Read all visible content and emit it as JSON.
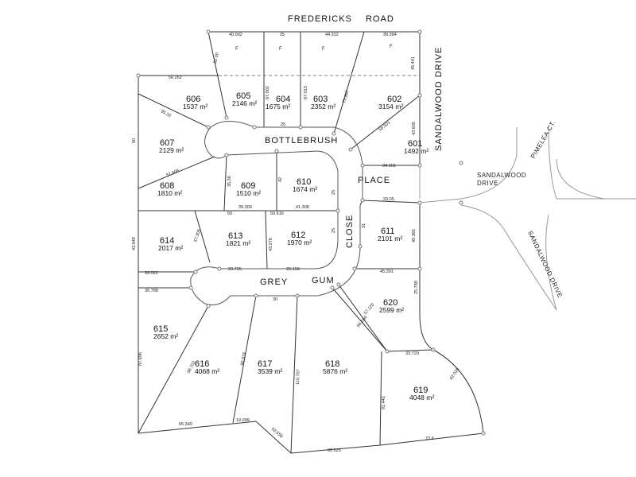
{
  "roads": {
    "fredericks": "FREDERICKS",
    "road": "ROAD",
    "sandalwood_drive": "SANDALWOOD DRIVE",
    "bottlebrush": "BOTTLEBRUSH",
    "place": "PLACE",
    "close": "CLOSE",
    "grey": "GREY",
    "gum": "GUM",
    "sandalwood_drive_small": "SANDALWOOD",
    "sandalwood_drive_small2": "DRIVE",
    "sandalwood_drive_right": "SANDALWOOD DRIVE",
    "pimelea": "PIMELEA CT."
  },
  "lots": [
    {
      "id": "601",
      "number": "601",
      "area": "1492 m²"
    },
    {
      "id": "602",
      "number": "602",
      "area": "3154 m²"
    },
    {
      "id": "603",
      "number": "603",
      "area": "2352 m²"
    },
    {
      "id": "604",
      "number": "604",
      "area": "1675 m²"
    },
    {
      "id": "605",
      "number": "605",
      "area": "2146 m²"
    },
    {
      "id": "606",
      "number": "606",
      "area": "1537 m²"
    },
    {
      "id": "607",
      "number": "607",
      "area": "2129 m²"
    },
    {
      "id": "608",
      "number": "608",
      "area": "1810 m²"
    },
    {
      "id": "609",
      "number": "609",
      "area": "1510 m²"
    },
    {
      "id": "610",
      "number": "610",
      "area": "1674 m²"
    },
    {
      "id": "611",
      "number": "611",
      "area": "2101 m²"
    },
    {
      "id": "612",
      "number": "612",
      "area": "1970 m²"
    },
    {
      "id": "613",
      "number": "613",
      "area": "1821 m²"
    },
    {
      "id": "614",
      "number": "614",
      "area": "2017 m²"
    },
    {
      "id": "615",
      "number": "615",
      "area": "2652 m²"
    },
    {
      "id": "616",
      "number": "616",
      "area": "4068 m²"
    },
    {
      "id": "617",
      "number": "617",
      "area": "3539 m²"
    },
    {
      "id": "618",
      "number": "618",
      "area": "5876 m²"
    },
    {
      "id": "619",
      "number": "619",
      "area": "4048 m²"
    },
    {
      "id": "620",
      "number": "620",
      "area": "2599 m²"
    }
  ],
  "flags": [
    "F",
    "F",
    "F",
    "F"
  ],
  "dimensions": [
    "40.002",
    "25",
    "44.312",
    "39.304",
    "56.262",
    "52.00",
    "67.002",
    "67.013",
    "73.507",
    "45.441",
    "95.32",
    "25",
    "59.501",
    "43.605",
    "60",
    "57.608",
    "35.36",
    "42",
    "25",
    "34.161",
    "39.309",
    "50",
    "50.616",
    "41.308",
    "33.05",
    "43.949",
    "37.306",
    "43.276",
    "25",
    "31",
    "45.365",
    "39.022",
    "20.725",
    "29.158",
    "45.391",
    "36.788",
    "30",
    "25.789",
    "87.696",
    "38.702",
    "90.074",
    "110.707",
    "96.184",
    "57.120",
    "33.729",
    "91.442",
    "42.016",
    "65.349",
    "19.099",
    "53.558",
    "62.025",
    "73.6"
  ]
}
